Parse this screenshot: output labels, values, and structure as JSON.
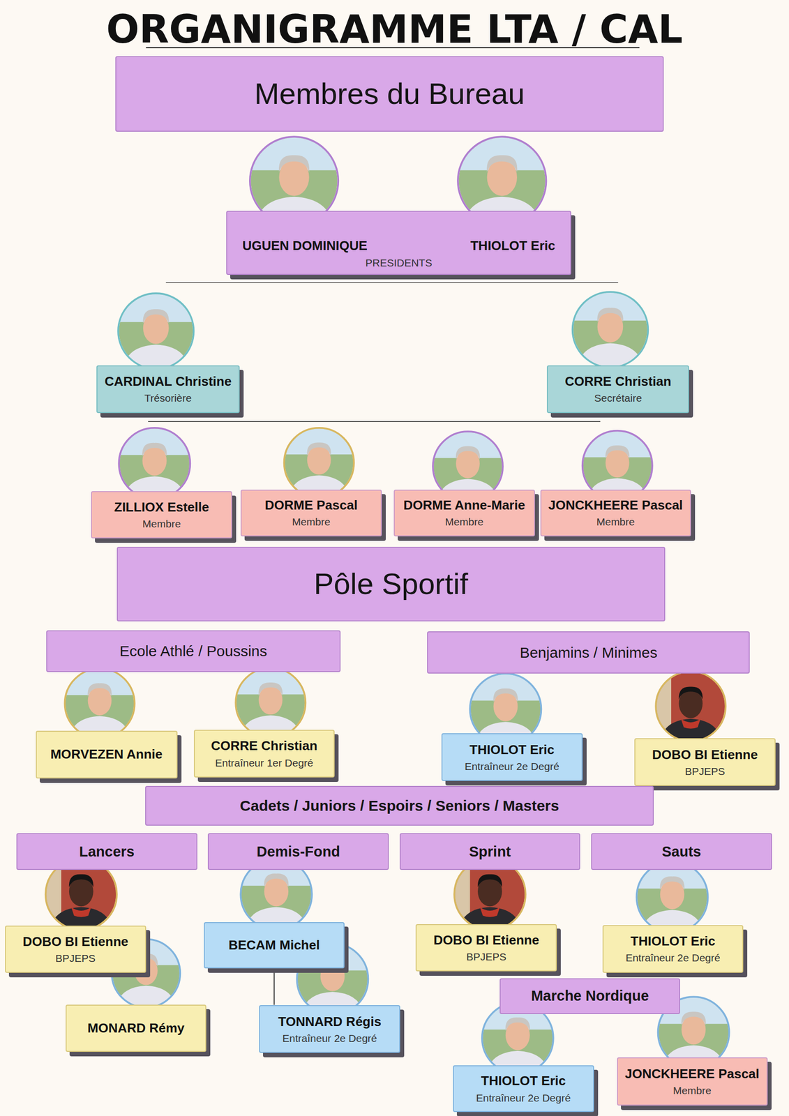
{
  "diagram": {
    "title": "ORGANIGRAMME LTA / CAL",
    "nodes": [
      {
        "text": [
          "Membres du Bureau"
        ]
      },
      {
        "text": [
          "UGUEN DOMINIQUE",
          "THIOLOT Eric",
          "PRESIDENTS"
        ]
      },
      {
        "text": [
          "CARDINAL Christine",
          "Trésorière"
        ]
      },
      {
        "text": [
          "CORRE Christian",
          "Secrétaire"
        ]
      },
      {
        "text": [
          "ZILLIOX Estelle",
          "Membre"
        ]
      },
      {
        "text": [
          "DORME Pascal",
          "Membre"
        ]
      },
      {
        "text": [
          "DORME Anne-Marie",
          "Membre"
        ]
      },
      {
        "text": [
          "JONCKHEERE Pascal",
          "Membre"
        ]
      },
      {
        "text": [
          "Pôle Sportif"
        ]
      },
      {
        "text": [
          "Ecole Athlé / Poussins"
        ]
      },
      {
        "text": [
          "Benjamins / Minimes"
        ]
      },
      {
        "text": [
          "MORVEZEN Annie"
        ]
      },
      {
        "text": [
          "CORRE Christian",
          "Entraîneur 1er Degré"
        ]
      },
      {
        "text": [
          "THIOLOT Eric",
          "Entraîneur 2e Degré"
        ]
      },
      {
        "text": [
          "DOBO BI Etienne",
          "BPJEPS"
        ]
      },
      {
        "text": [
          "Cadets / Juniors / Espoirs / Seniors / Masters"
        ]
      },
      {
        "text": [
          "Lancers"
        ]
      },
      {
        "text": [
          "Demis-Fond"
        ]
      },
      {
        "text": [
          "Sprint"
        ]
      },
      {
        "text": [
          "Sauts"
        ]
      },
      {
        "text": [
          "DOBO BI Etienne",
          "BPJEPS"
        ]
      },
      {
        "text": [
          "MONARD Rémy"
        ]
      },
      {
        "text": [
          "BECAM Michel"
        ]
      },
      {
        "text": [
          "TONNARD Régis",
          "Entraîneur 2e Degré"
        ]
      },
      {
        "text": [
          "DOBO BI Etienne",
          "BPJEPS"
        ]
      },
      {
        "text": [
          "THIOLOT Eric",
          "Entraîneur 2e Degré"
        ]
      },
      {
        "text": [
          "Marche Nordique"
        ]
      },
      {
        "text": [
          "THIOLOT Eric",
          "Entraîneur 2e Degré"
        ]
      },
      {
        "text": [
          "JONCKHEERE Pascal",
          "Membre"
        ]
      }
    ],
    "edges": [
      {
        "from": 22,
        "to": 23,
        "arrow": "none"
      }
    ]
  }
}
